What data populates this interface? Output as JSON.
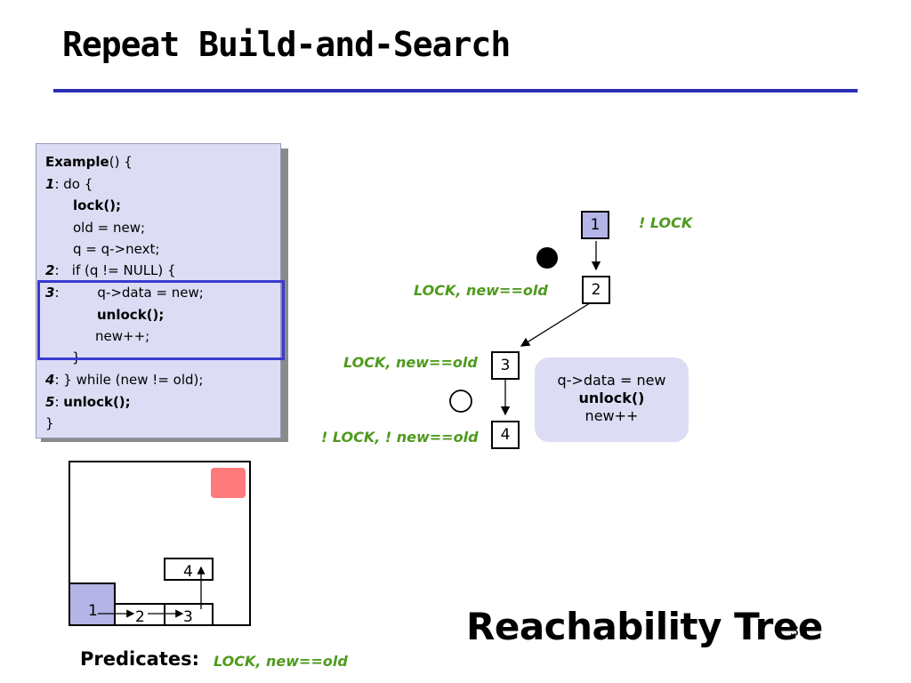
{
  "slide": {
    "title": "Repeat Build-and-Search",
    "page_number": "35"
  },
  "code": {
    "lines": [
      {
        "label": "Example",
        "rest": "() {"
      },
      {
        "label": "1",
        "rest": ": do {"
      },
      {
        "text": "lock();"
      },
      {
        "text": "old = new;"
      },
      {
        "text": "q = q->next;"
      },
      {
        "label": "2",
        "rest": ":   if (q != NULL) {"
      },
      {
        "label": "3",
        "rest": ":         q->data = new;"
      },
      {
        "text": "unlock();"
      },
      {
        "text": "new++;"
      },
      {
        "text": "}"
      },
      {
        "label": "4",
        "rest": ": } while (new != old);"
      },
      {
        "label": "5",
        "rest": ":",
        "bold_rest": "unlock();"
      },
      {
        "text": "}"
      }
    ]
  },
  "tree": {
    "nodes": [
      {
        "id": "1",
        "label": "1",
        "active": true
      },
      {
        "id": "2",
        "label": "2",
        "active": false
      },
      {
        "id": "3",
        "label": "3",
        "active": false
      },
      {
        "id": "4",
        "label": "4",
        "active": false
      }
    ],
    "predicates": {
      "node1": "! LOCK",
      "node2": "LOCK, new==old",
      "node3": "LOCK, new==old",
      "node4": "! LOCK, ! new==old"
    },
    "callout": {
      "line1": "q->data = new",
      "line2": "unlock()",
      "line3": "new++"
    }
  },
  "state_grid": {
    "cells": [
      "1",
      "2",
      "3",
      "4"
    ]
  },
  "reachability_title": "Reachability Tree",
  "predicates": {
    "label": "Predicates:",
    "value": "LOCK, new==old"
  },
  "colors": {
    "title_rule": "#2d2db4",
    "code_bg": "#dcdcf4",
    "highlight_border": "#3a3ad0",
    "predicate_green": "#4f9a1e",
    "active_node": "#b4b4e6",
    "error_red": "#ff7a7a"
  }
}
